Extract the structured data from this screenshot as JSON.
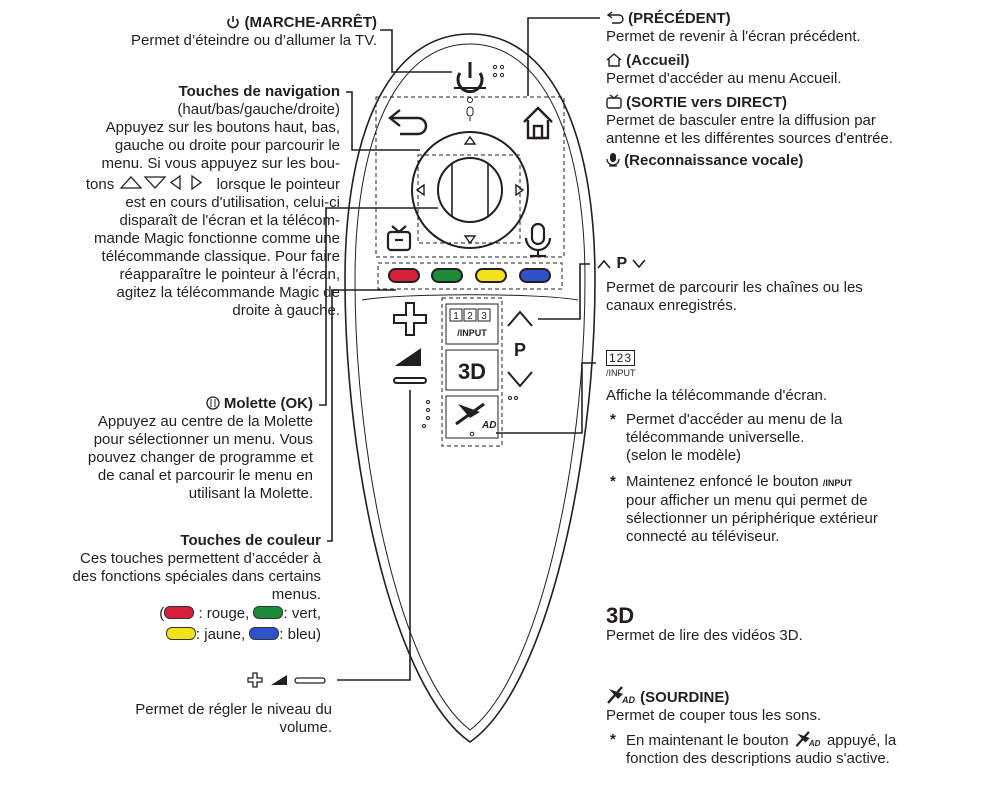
{
  "colors": {
    "red": "#d6203a",
    "green": "#1c8c3a",
    "yellow": "#f2e21c",
    "blue": "#2f52c8",
    "line": "#231f20"
  },
  "left": {
    "power_title": "(MARCHE-ARRÊT)",
    "power_desc": "Permet d’éteindre ou d’allumer la TV.",
    "nav_title": "Touches de navigation",
    "nav_sub": "(haut/bas/gauche/droite)",
    "nav_lines": [
      "Appuyez sur les boutons haut, bas,",
      "gauche ou droite pour parcourir le",
      "menu. Si vous appuyez sur les bou-",
      "lorsque le pointeur",
      "est en cours d'utilisation, celui-ci",
      "disparaît de l'écran et la télécom-",
      "mande Magic fonctionne comme une",
      "télécommande classique. Pour faire",
      "réapparaître le pointeur à l'écran,",
      "agitez la télécommande Magic de",
      "droite à gauche."
    ],
    "nav_tons": "tons",
    "wheel_title": "Molette (OK)",
    "wheel_lines": [
      "Appuyez au centre de la Molette",
      "pour sélectionner un menu. Vous",
      "pouvez changer de programme et",
      "de canal et parcourir le menu en",
      "utilisant la Molette."
    ],
    "color_title": "Touches de couleur",
    "color_lines": [
      "Ces touches permettent d’accéder à",
      "des fonctions spéciales dans certains",
      "menus."
    ],
    "color_red": ": rouge,",
    "color_green": ": vert,",
    "color_yellow": ": jaune,",
    "color_blue": ": bleu)",
    "color_open": "(",
    "vol_lines": [
      "Permet de régler le niveau du",
      "volume."
    ]
  },
  "right": {
    "back_title": "(PRÉCÉDENT)",
    "back_desc": "Permet de revenir à l'écran précédent.",
    "home_title": "(Accueil)",
    "home_desc": "Permet d'accéder au menu Accueil.",
    "live_title": "(SORTIE vers DIRECT)",
    "live_lines": [
      "Permet de basculer entre la diffusion par",
      "antenne et les différentes sources d'entrée."
    ],
    "voice_title": "(Reconnaissance vocale)",
    "p_label": "P",
    "p_lines": [
      "Permet de parcourir les chaînes ou les",
      "canaux enregistrés."
    ],
    "input_digits": "123",
    "input_label": "/INPUT",
    "input_desc": "Affiche la télécommande d'écran.",
    "star": "*",
    "input_note1": [
      "Permet d'accéder au menu de la",
      "télécommande universelle.",
      "(selon le modèle)"
    ],
    "input_note2_a": "Maintenez enfoncé le bouton",
    "input_note2_lines": [
      "pour afficher un menu qui permet de",
      "sélectionner un périphérique extérieur",
      "connecté au téléviseur."
    ],
    "d3_label": "3D",
    "d3_desc": "Permet de lire des vidéos 3D.",
    "mute_title": "(SOURDINE)",
    "mute_desc": "Permet de couper tous les sons.",
    "mute_note_a": "En maintenant le bouton",
    "mute_note_b": "appuyé, la",
    "mute_note_c": "fonction des descriptions audio s'active."
  },
  "remote": {
    "input_digits": "123",
    "input_label": "/INPUT",
    "d3": "3D",
    "p": "P",
    "ad": "AD"
  }
}
